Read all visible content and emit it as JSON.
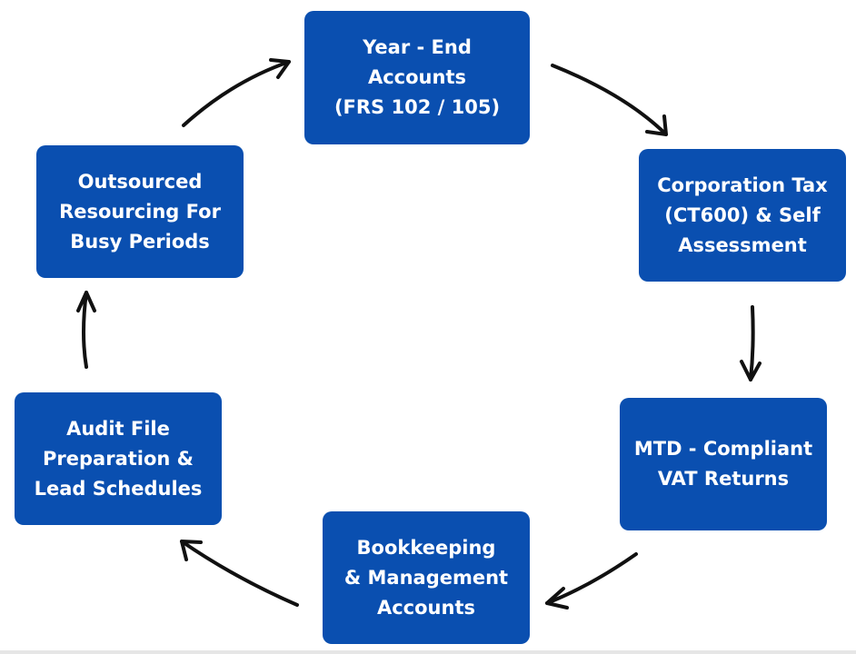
{
  "diagram": {
    "nodes": [
      {
        "id": "year-end",
        "lines": [
          "Year - End",
          "Accounts",
          "(FRS 102 / 105)"
        ]
      },
      {
        "id": "corp-tax",
        "lines": [
          "Corporation Tax",
          "(CT600) & Self",
          "Assessment"
        ]
      },
      {
        "id": "mtd-vat",
        "lines": [
          "MTD - Compliant",
          "VAT Returns"
        ]
      },
      {
        "id": "bookkeeping",
        "lines": [
          "Bookkeeping",
          "& Management",
          "Accounts"
        ]
      },
      {
        "id": "audit",
        "lines": [
          "Audit File",
          "Preparation &",
          "Lead Schedules"
        ]
      },
      {
        "id": "outsourced",
        "lines": [
          "Outsourced",
          "Resourcing For",
          "Busy Periods"
        ]
      }
    ],
    "edges": [
      {
        "from": "year-end",
        "to": "corp-tax"
      },
      {
        "from": "corp-tax",
        "to": "mtd-vat"
      },
      {
        "from": "mtd-vat",
        "to": "bookkeeping"
      },
      {
        "from": "bookkeeping",
        "to": "audit"
      },
      {
        "from": "audit",
        "to": "outsourced"
      },
      {
        "from": "outsourced",
        "to": "year-end"
      }
    ],
    "colors": {
      "box_fill": "#0a4fb0",
      "box_text": "#ffffff",
      "arrow": "#111111"
    }
  }
}
